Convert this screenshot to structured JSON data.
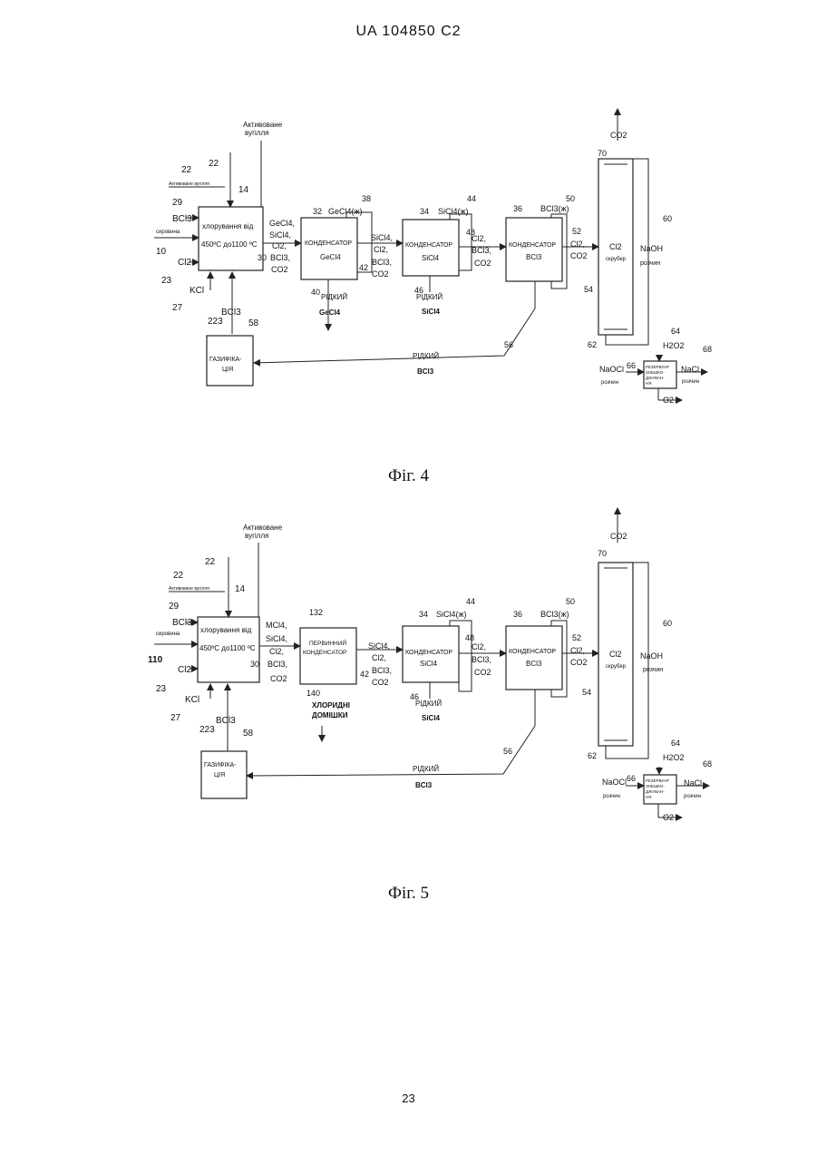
{
  "header": "UA   104850   C2",
  "page_number": "23",
  "fig4": {
    "caption": "Фіг. 4",
    "top_label": "Активоване\nвугілля",
    "side_label": "Активоване вугілля",
    "refs": {
      "r22a": "22",
      "r22b": "22",
      "r14": "14",
      "r29": "29",
      "r10": "10",
      "r23": "23",
      "r27": "27",
      "r32": "32",
      "r38": "38",
      "r40": "40",
      "r42": "42",
      "r30": "30",
      "r34": "34",
      "r44": "44",
      "r46": "46",
      "r48": "48",
      "r36": "36",
      "r50": "50",
      "r52": "52",
      "r70": "70",
      "r60": "60",
      "r54": "54",
      "r62": "62",
      "r56": "56",
      "r223": "223",
      "r58": "58",
      "r64": "64",
      "r66": "66",
      "r68": "68"
    },
    "inputs": {
      "bcl3": "BCl3",
      "ore": "сировина",
      "cl2": "Cl2",
      "kcl": "KCl"
    },
    "chlorination": {
      "line1": "хлорування від",
      "line2": "450ºC до1100 ºC"
    },
    "stream1": [
      "GeCl4,",
      "SiCl4,",
      "Cl2,",
      "BCl3,",
      "CO2"
    ],
    "cond1": {
      "title": "КОНДЕНСАТОР",
      "product": "GeCl4",
      "liquid": "РІДКИЙ",
      "out": "GeCl4",
      "recycle": "GeCl4(ж)"
    },
    "stream2": [
      "SiCl4,",
      "Cl2,",
      "BCl3,",
      "CO2"
    ],
    "cond2": {
      "title": "КОНДЕНСАТОР",
      "product": "SiCl4",
      "liquid": "РІДКИЙ",
      "out": "SiCl4",
      "recycle": "SiCl4(ж)"
    },
    "stream3": [
      "Cl2,",
      "BCl3,",
      "CO2"
    ],
    "cond3": {
      "title": "КОНДЕНСАТОР",
      "product": "BCl3",
      "recycle": "BCl3(ж)"
    },
    "stream4": [
      "Cl2,",
      "CO2"
    ],
    "scrubber": {
      "co2": "CO2",
      "gas": "Cl2",
      "label": "скрубер",
      "naoh": "NaOH",
      "solution": "розчин"
    },
    "gasification": {
      "line1": "ГАЗИФІКА-",
      "line2": "ЦІЯ"
    },
    "bcl3_return": "BCl3",
    "liquid_bcl3": {
      "label": "РІДКИЙ",
      "formula": "BCl3"
    },
    "reactor": {
      "line1": "РЕЗЕРВУАР",
      "line2": "ЗНЕШКО-",
      "line3": "ДЖУВАН-",
      "line4": "НЯ"
    },
    "h2o2": "H2O2",
    "naocl": "NaOCl",
    "naocl_solution": "розчин",
    "nacl": "NaCl",
    "nacl_solution": "розчин",
    "o2": "O2"
  },
  "fig5": {
    "caption": "Фіг. 5",
    "top_label": "Активоване\nвугілля",
    "side_label": "Активоване вугілля",
    "refs": {
      "r22a": "22",
      "r22b": "22",
      "r14": "14",
      "r29": "29",
      "r110": "110",
      "r23": "23",
      "r27": "27",
      "r132": "132",
      "r140": "140",
      "r42": "42",
      "r30": "30",
      "r34": "34",
      "r44": "44",
      "r46": "46",
      "r48": "48",
      "r36": "36",
      "r50": "50",
      "r52": "52",
      "r70": "70",
      "r60": "60",
      "r54": "54",
      "r62": "62",
      "r56": "56",
      "r223": "223",
      "r58": "58",
      "r64": "64",
      "r66": "66",
      "r68": "68"
    },
    "inputs": {
      "bcl3": "BCl3",
      "ore": "сировина",
      "cl2": "Cl2",
      "kcl": "KCl"
    },
    "chlorination": {
      "line1": "хлорування від",
      "line2": "450ºC до1100 ºC"
    },
    "stream1": [
      "MCl4,",
      "SiCl4,",
      "Cl2,",
      "BCl3,",
      "CO2"
    ],
    "primary": {
      "line1": "ПЕРВИННИЙ",
      "line2": "КОНДЕНСАТОР",
      "out1": "ХЛОРИДНІ",
      "out2": "ДОМІШКИ"
    },
    "stream2": [
      "SiCl4,",
      "Cl2,",
      "BCl3,",
      "CO2"
    ],
    "cond2": {
      "title": "КОНДЕНСАТОР",
      "product": "SiCl4",
      "liquid": "РІДКИЙ",
      "out": "SiCl4",
      "recycle": "SiCl4(ж)"
    },
    "stream3": [
      "Cl2,",
      "BCl3,",
      "CO2"
    ],
    "cond3": {
      "title": "КОНДЕНСАТОР",
      "product": "BCl3",
      "recycle": "BCl3(ж)"
    },
    "stream4": [
      "Cl2,",
      "CO2"
    ],
    "scrubber": {
      "co2": "CO2",
      "gas": "Cl2",
      "label": "скрубер",
      "naoh": "NaOH",
      "solution": "розчин"
    },
    "gasification": {
      "line1": "ГАЗИФІКА-",
      "line2": "ЦІЯ"
    },
    "bcl3_return": "BCl3",
    "liquid_bcl3": {
      "label": "РІДКИЙ",
      "formula": "BCl3"
    },
    "reactor": {
      "line1": "РЕЗЕРВУАР",
      "line2": "ЗНЕШКО-",
      "line3": "ДЖУВАН-",
      "line4": "НЯ"
    },
    "h2o2": "H2O2",
    "naocl": "NaOCl",
    "naocl_solution": "розчин",
    "nacl": "NaCl",
    "nacl_solution": "розчин",
    "o2": "O2"
  }
}
